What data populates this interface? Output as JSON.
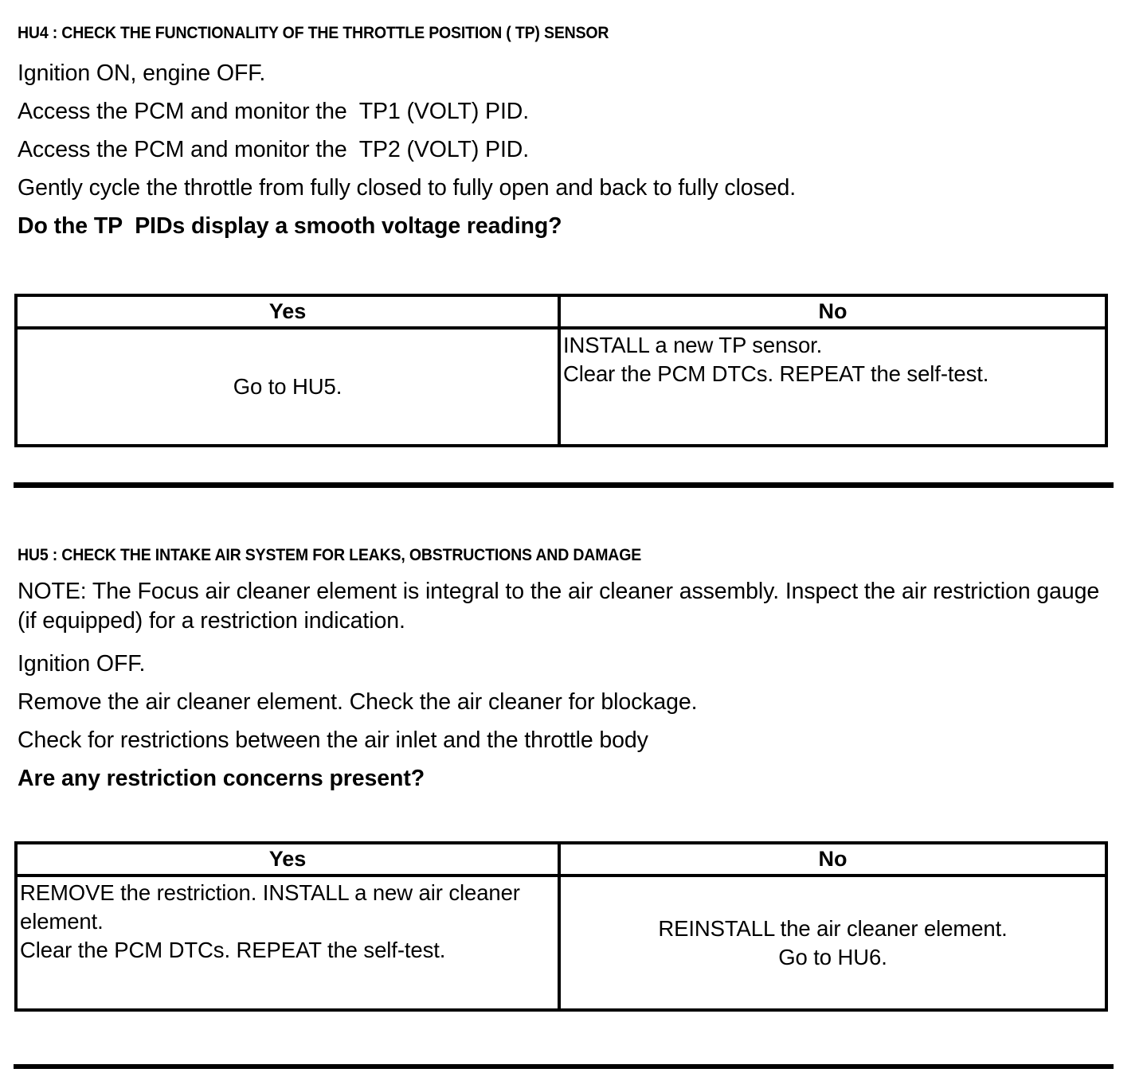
{
  "document": {
    "type": "pinpoint-test-procedure"
  },
  "sections": [
    {
      "id": "HU4",
      "heading": "HU4 : CHECK THE FUNCTIONALITY OF THE THROTTLE POSITION ( TP) SENSOR",
      "lines": [
        "Ignition ON, engine OFF.",
        "Access the PCM and monitor the  TP1 (VOLT) PID.",
        "Access the PCM and monitor the  TP2 (VOLT) PID.",
        "Gently cycle the throttle from fully closed to fully open and back to fully closed."
      ],
      "question": "Do the TP  PIDs display a smooth voltage reading?",
      "table": {
        "headers": {
          "yes": "Yes",
          "no": "No"
        },
        "yes_cell": [
          "Go to HU5."
        ],
        "no_cell": [
          "INSTALL a new TP sensor.",
          "Clear the PCM DTCs. REPEAT the self-test."
        ]
      }
    },
    {
      "id": "HU5",
      "heading": "HU5 : CHECK THE INTAKE AIR SYSTEM FOR LEAKS, OBSTRUCTIONS AND DAMAGE",
      "note": "NOTE: The Focus air cleaner element is integral to the air cleaner assembly. Inspect the air restriction gauge (if equipped) for a restriction indication.",
      "lines": [
        "Ignition OFF.",
        "Remove the air cleaner element. Check the air cleaner for blockage.",
        "Check for restrictions between the air inlet and the throttle body"
      ],
      "question": "Are any restriction concerns present?",
      "table": {
        "headers": {
          "yes": "Yes",
          "no": "No"
        },
        "yes_cell": [
          "REMOVE the restriction. INSTALL a new air cleaner element.",
          "Clear the PCM DTCs. REPEAT the self-test."
        ],
        "no_cell": [
          "REINSTALL the air cleaner element.",
          "Go to HU6."
        ]
      }
    }
  ],
  "colors": {
    "ink": "#000000",
    "paper": "#ffffff"
  }
}
